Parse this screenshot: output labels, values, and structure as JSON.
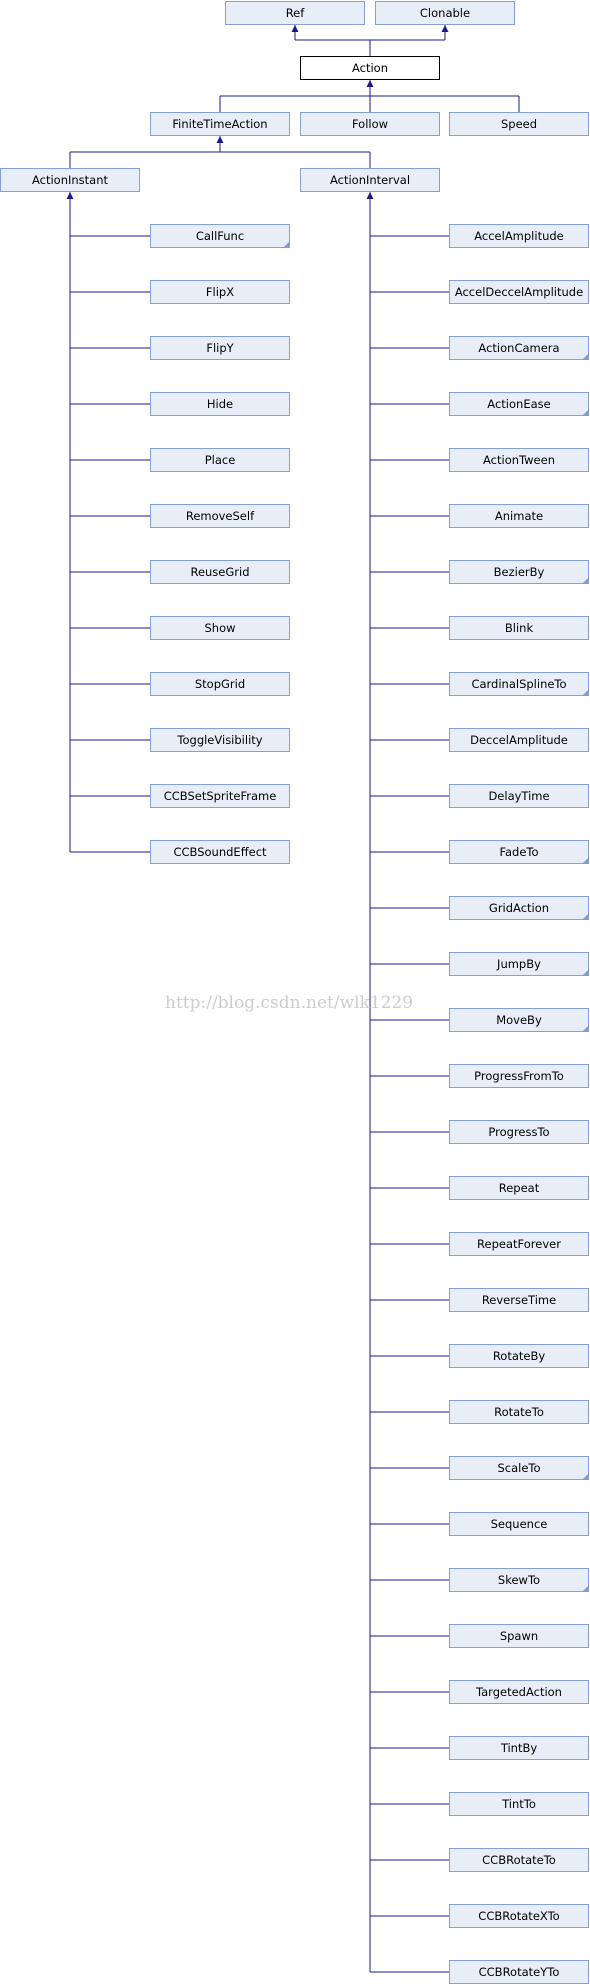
{
  "diagram": {
    "top_parents": [
      "Ref",
      "Clonable"
    ],
    "root": "Action",
    "level2": [
      {
        "label": "FiniteTimeAction",
        "folded": false
      },
      {
        "label": "Follow",
        "folded": false
      },
      {
        "label": "Speed",
        "folded": false
      }
    ],
    "level3": [
      "ActionInstant",
      "ActionInterval"
    ],
    "instant_children": [
      {
        "label": "CallFunc",
        "folded": true
      },
      {
        "label": "FlipX",
        "folded": false
      },
      {
        "label": "FlipY",
        "folded": false
      },
      {
        "label": "Hide",
        "folded": false
      },
      {
        "label": "Place",
        "folded": false
      },
      {
        "label": "RemoveSelf",
        "folded": false
      },
      {
        "label": "ReuseGrid",
        "folded": false
      },
      {
        "label": "Show",
        "folded": false
      },
      {
        "label": "StopGrid",
        "folded": false
      },
      {
        "label": "ToggleVisibility",
        "folded": false
      },
      {
        "label": "CCBSetSpriteFrame",
        "folded": false
      },
      {
        "label": "CCBSoundEffect",
        "folded": false
      }
    ],
    "interval_children": [
      {
        "label": "AccelAmplitude",
        "folded": false
      },
      {
        "label": "AccelDeccelAmplitude",
        "folded": false
      },
      {
        "label": "ActionCamera",
        "folded": true
      },
      {
        "label": "ActionEase",
        "folded": true
      },
      {
        "label": "ActionTween",
        "folded": false
      },
      {
        "label": "Animate",
        "folded": false
      },
      {
        "label": "BezierBy",
        "folded": true
      },
      {
        "label": "Blink",
        "folded": false
      },
      {
        "label": "CardinalSplineTo",
        "folded": true
      },
      {
        "label": "DeccelAmplitude",
        "folded": false
      },
      {
        "label": "DelayTime",
        "folded": false
      },
      {
        "label": "FadeTo",
        "folded": true
      },
      {
        "label": "GridAction",
        "folded": true
      },
      {
        "label": "JumpBy",
        "folded": true
      },
      {
        "label": "MoveBy",
        "folded": true
      },
      {
        "label": "ProgressFromTo",
        "folded": false
      },
      {
        "label": "ProgressTo",
        "folded": false
      },
      {
        "label": "Repeat",
        "folded": false
      },
      {
        "label": "RepeatForever",
        "folded": false
      },
      {
        "label": "ReverseTime",
        "folded": false
      },
      {
        "label": "RotateBy",
        "folded": false
      },
      {
        "label": "RotateTo",
        "folded": false
      },
      {
        "label": "ScaleTo",
        "folded": true
      },
      {
        "label": "Sequence",
        "folded": false
      },
      {
        "label": "SkewTo",
        "folded": true
      },
      {
        "label": "Spawn",
        "folded": false
      },
      {
        "label": "TargetedAction",
        "folded": false
      },
      {
        "label": "TintBy",
        "folded": false
      },
      {
        "label": "TintTo",
        "folded": false
      },
      {
        "label": "CCBRotateTo",
        "folded": false
      },
      {
        "label": "CCBRotateXTo",
        "folded": false
      },
      {
        "label": "CCBRotateYTo",
        "folded": false
      }
    ],
    "watermark": "http://blog.csdn.net/wlk1229"
  }
}
